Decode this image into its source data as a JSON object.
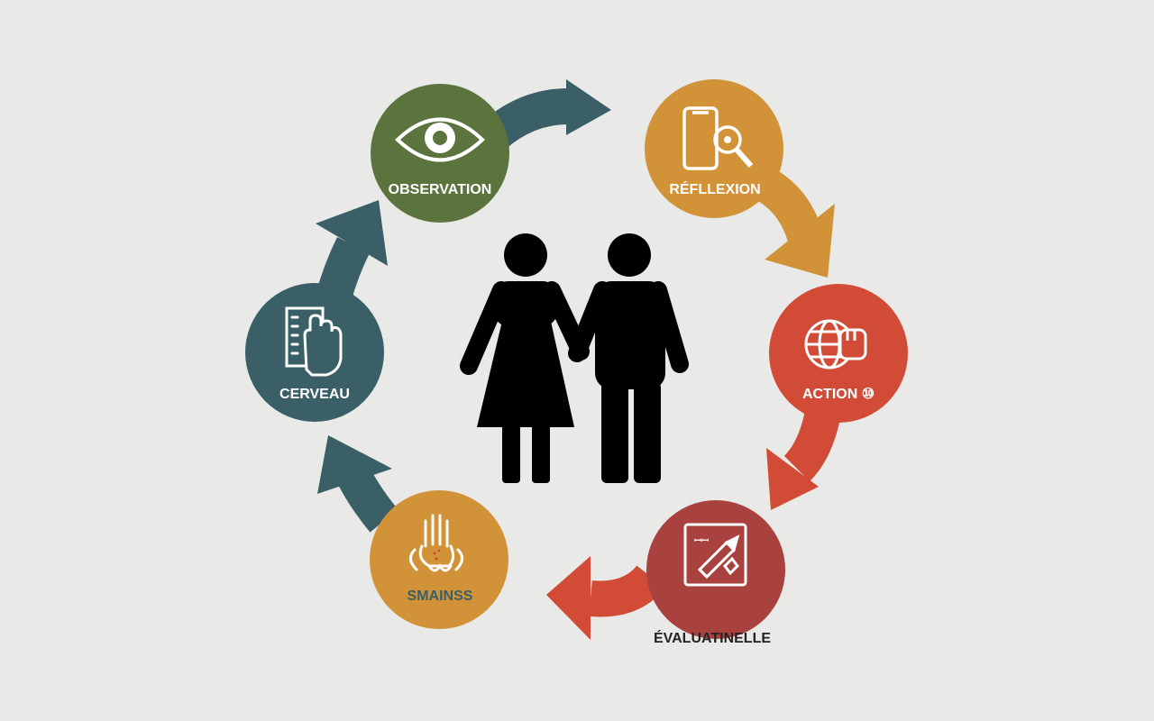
{
  "colors": {
    "background": "#e9e9e7",
    "green": "#5b743e",
    "teal": "#3a5f67",
    "orange": "#d19238",
    "red": "#d24b36",
    "crimson": "#a9413f",
    "figure": "#000000"
  },
  "diagram": {
    "type": "cycle",
    "center": {
      "icon": "couple-holding-hands-icon"
    },
    "stages": [
      {
        "id": "observation",
        "label": "OBSERVATION",
        "icon": "eye-icon",
        "color": "#5b743e"
      },
      {
        "id": "reflexion",
        "label": "RÉFLLEXION",
        "icon": "phone-magnifier-icon",
        "color": "#d19238"
      },
      {
        "id": "action",
        "label": "ACTION ⑩",
        "icon": "globe-fist-icon",
        "color": "#d24b36"
      },
      {
        "id": "evaluation",
        "label": "ÉVALUATINELLE",
        "icon": "framed-pencil-icon",
        "color": "#a9413f"
      },
      {
        "id": "smainss",
        "label": "SMAINSS",
        "icon": "raised-hands-icon",
        "color": "#d19238"
      },
      {
        "id": "cerveau",
        "label": "CERVEAU",
        "icon": "hand-on-board-icon",
        "color": "#3a5f67"
      }
    ],
    "arrows": [
      {
        "from": "observation",
        "to": "reflexion",
        "color": "#3a5f67"
      },
      {
        "from": "reflexion",
        "to": "action",
        "color": "#d19238"
      },
      {
        "from": "action",
        "to": "evaluation",
        "color": "#d24b36"
      },
      {
        "from": "evaluation",
        "to": "smainss",
        "color": "#d24b36"
      },
      {
        "from": "smainss",
        "to": "cerveau",
        "color": "#3a5f67"
      },
      {
        "from": "cerveau",
        "to": "observation",
        "color": "#3a5f67"
      }
    ]
  }
}
